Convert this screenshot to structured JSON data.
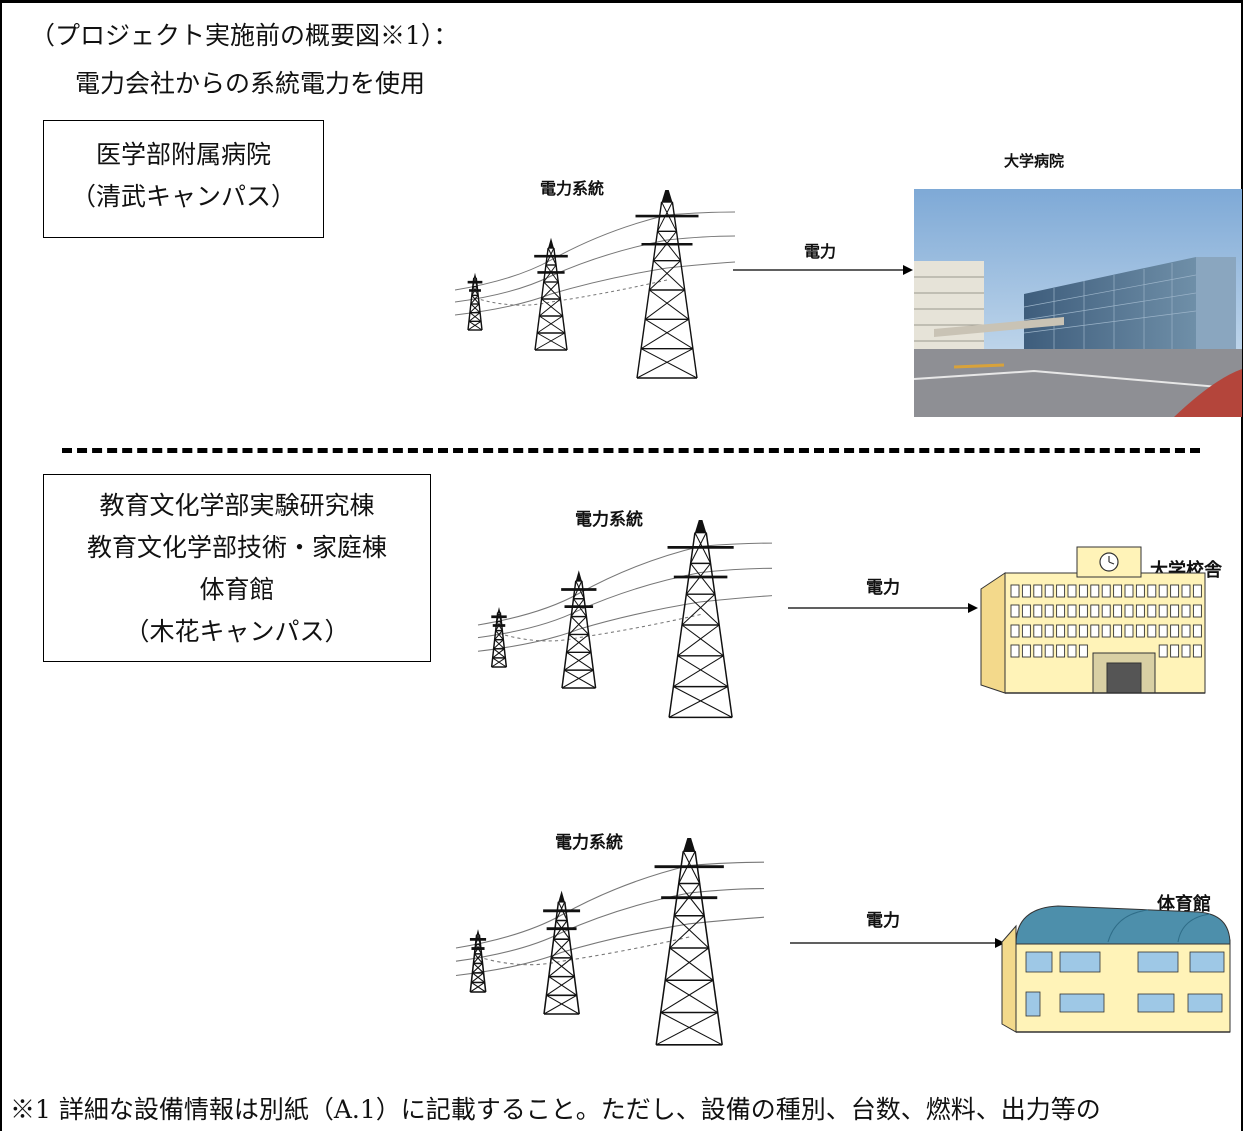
{
  "header": {
    "title": "（プロジェクト実施前の概要図※1）：",
    "subtitle": "電力会社からの系統電力を使用"
  },
  "sections": [
    {
      "box_lines": [
        "医学部附属病院",
        "（清武キャンパス）"
      ],
      "grid_label": "電力系統",
      "arrow_label": "電力",
      "destination_label": "大学病院"
    },
    {
      "box_lines": [
        "教育文化学部実験研究棟",
        "教育文化学部技術・家庭棟",
        "体育館",
        "（木花キャンパス）"
      ],
      "grid_label": "電力系統",
      "arrow_label": "電力",
      "destination_label": "大学校舎"
    },
    {
      "grid_label": "電力系統",
      "arrow_label": "電力",
      "destination_label": "体育館"
    }
  ],
  "footnote": "※1 詳細な設備情報は別紙（A.1）に記載すること。ただし、設備の種別、台数、燃料、出力等の",
  "colors": {
    "line": "#000000",
    "photo_sky": "#9fc3e4",
    "building_wall": "#fff3b8",
    "gym_roof": "#4d8fab"
  }
}
